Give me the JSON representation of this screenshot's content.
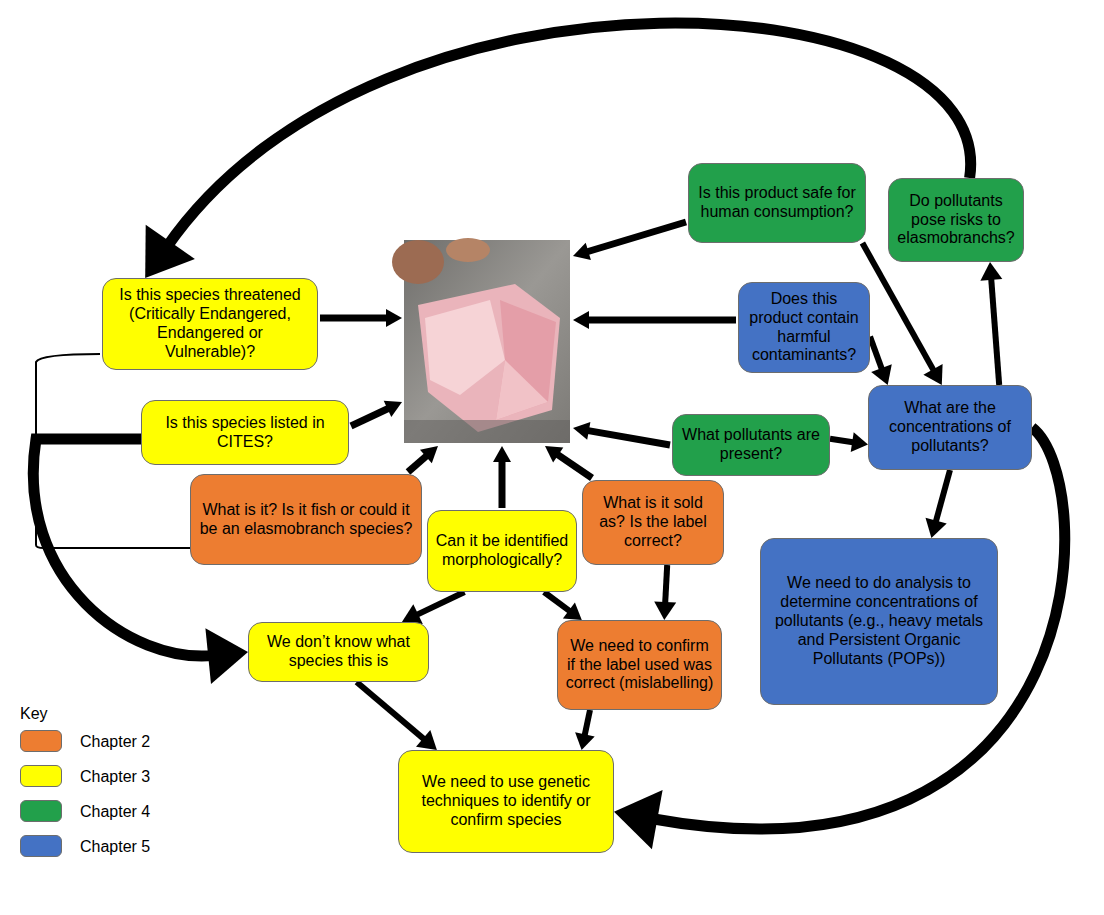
{
  "diagram": {
    "nodes": [
      {
        "text": [
          "Is this product safe for human consumption?"
        ]
      },
      {
        "text": [
          "Do pollutants pose risks to elasmobranchs?"
        ]
      },
      {
        "text": [
          "Is this species threatened (Critically Endangered, Endangered or Vulnerable)?"
        ]
      },
      {
        "text": [
          "Does this product contain harmful contaminants?"
        ]
      },
      {
        "text": [
          "What are the concentrations of pollutants?"
        ]
      },
      {
        "text": [
          "Is this species listed in CITES?"
        ]
      },
      {
        "text": [
          "What pollutants are present?"
        ]
      },
      {
        "text": [
          "What is it? Is it fish or could it be an elasmobranch species?"
        ]
      },
      {
        "text": [
          "Can it be identified morphologically?"
        ]
      },
      {
        "text": [
          "What is it sold as? Is the label correct?"
        ]
      },
      {
        "text": [
          "We need to do analysis to determine concentrations of pollutants (e.g., heavy metals and Persistent Organic Pollutants (POPs))"
        ]
      },
      {
        "text": [
          "We don’t know what species this is"
        ]
      },
      {
        "text": [
          "We need to confirm if the label used was correct (mislabelling)"
        ]
      },
      {
        "text": [
          "We need to use genetic techniques to identify or confirm species"
        ]
      }
    ],
    "edges": [
      {
        "from": 0,
        "to": 4,
        "arrow": "to"
      },
      {
        "from": 3,
        "to": 4,
        "arrow": "to"
      },
      {
        "from": 6,
        "to": 4,
        "arrow": "to"
      },
      {
        "from": 4,
        "to": 1,
        "arrow": "to"
      },
      {
        "from": 4,
        "to": 10,
        "arrow": "to"
      },
      {
        "from": 8,
        "to": 11,
        "arrow": "to"
      },
      {
        "from": 8,
        "to": 12,
        "arrow": "to"
      },
      {
        "from": 9,
        "to": 12,
        "arrow": "to"
      },
      {
        "from": 11,
        "to": 13,
        "arrow": "to"
      },
      {
        "from": 12,
        "to": 13,
        "arrow": "to"
      },
      {
        "from": 1,
        "to": 2,
        "arrow": "to"
      },
      {
        "from": 5,
        "to": 11,
        "arrow": "to"
      },
      {
        "from": 4,
        "to": 13,
        "arrow": "to"
      }
    ],
    "labels": [
      "Key"
    ],
    "legend": [
      {
        "text": "Chapter 2",
        "color": "#ED7D31"
      },
      {
        "text": "Chapter 3",
        "color": "#FFFF00"
      },
      {
        "text": "Chapter 4",
        "color": "#22A04B"
      },
      {
        "text": "Chapter 5",
        "color": "#4472C4"
      }
    ]
  }
}
